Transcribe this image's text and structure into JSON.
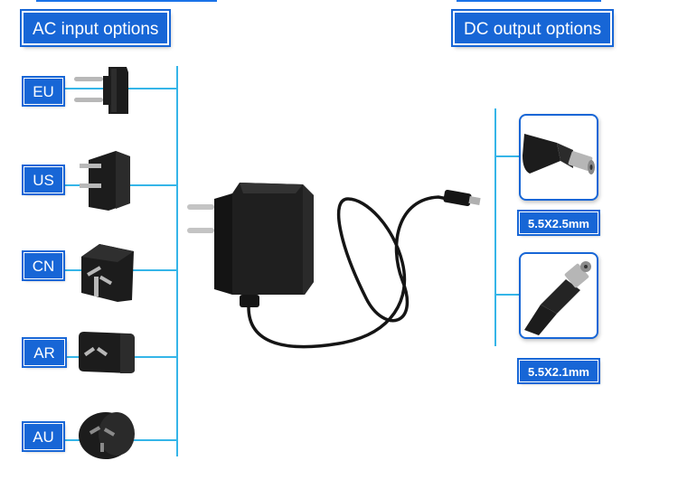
{
  "header": {
    "ac_title": "AC input options",
    "dc_title": "DC output options"
  },
  "plugs": [
    {
      "label": "EU",
      "icon": "eu-plug-icon"
    },
    {
      "label": "US",
      "icon": "us-plug-icon"
    },
    {
      "label": "CN",
      "icon": "cn-plug-icon"
    },
    {
      "label": "AR",
      "icon": "ar-plug-icon"
    },
    {
      "label": "AU",
      "icon": "au-plug-icon"
    }
  ],
  "outputs": [
    {
      "label": "5.5X2.5mm",
      "icon": "dc-barrel-plug-icon"
    },
    {
      "label": "5.5X2.1mm",
      "icon": "dc-barrel-plug-icon"
    }
  ],
  "colors": {
    "badge": "#1766d6",
    "line": "#35b5e8",
    "plug": "#1c1c1c"
  }
}
